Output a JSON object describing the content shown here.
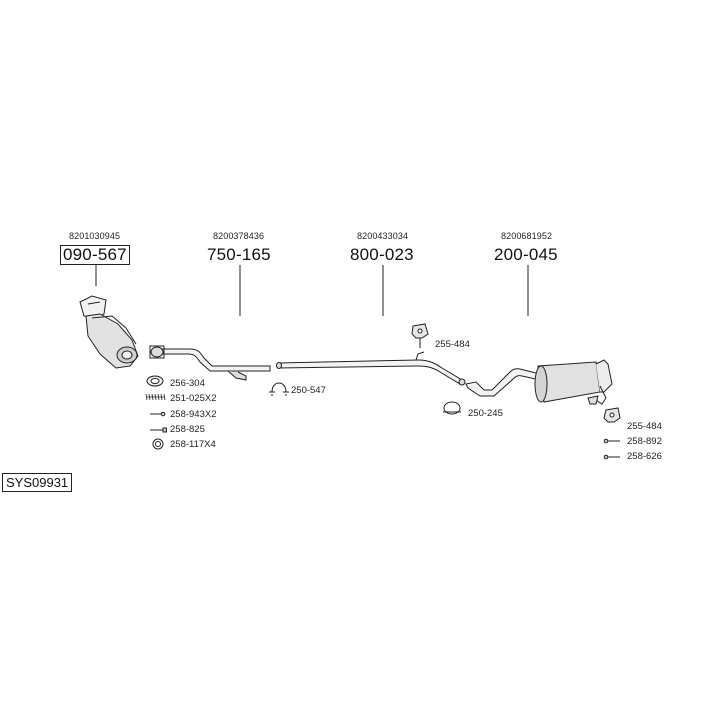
{
  "system_id": "SYS09931",
  "main_parts": [
    {
      "oe": "8201030945",
      "part": "090-567"
    },
    {
      "oe": "8200378436",
      "part": "750-165"
    },
    {
      "oe": "8200433034",
      "part": "800-023"
    },
    {
      "oe": "8200681952",
      "part": "200-045"
    }
  ],
  "accessories": {
    "gasket": "256-304",
    "spring": "251-025X2",
    "bolt_a": "258-943X2",
    "bolt_b": "258-825",
    "ring": "258-117X4",
    "clamp_a": "250-547",
    "hanger_a": "255-484",
    "clamp_b": "250-245",
    "hanger_b": "255-484",
    "bolt_c": "258-892",
    "bolt_d": "258-626"
  }
}
